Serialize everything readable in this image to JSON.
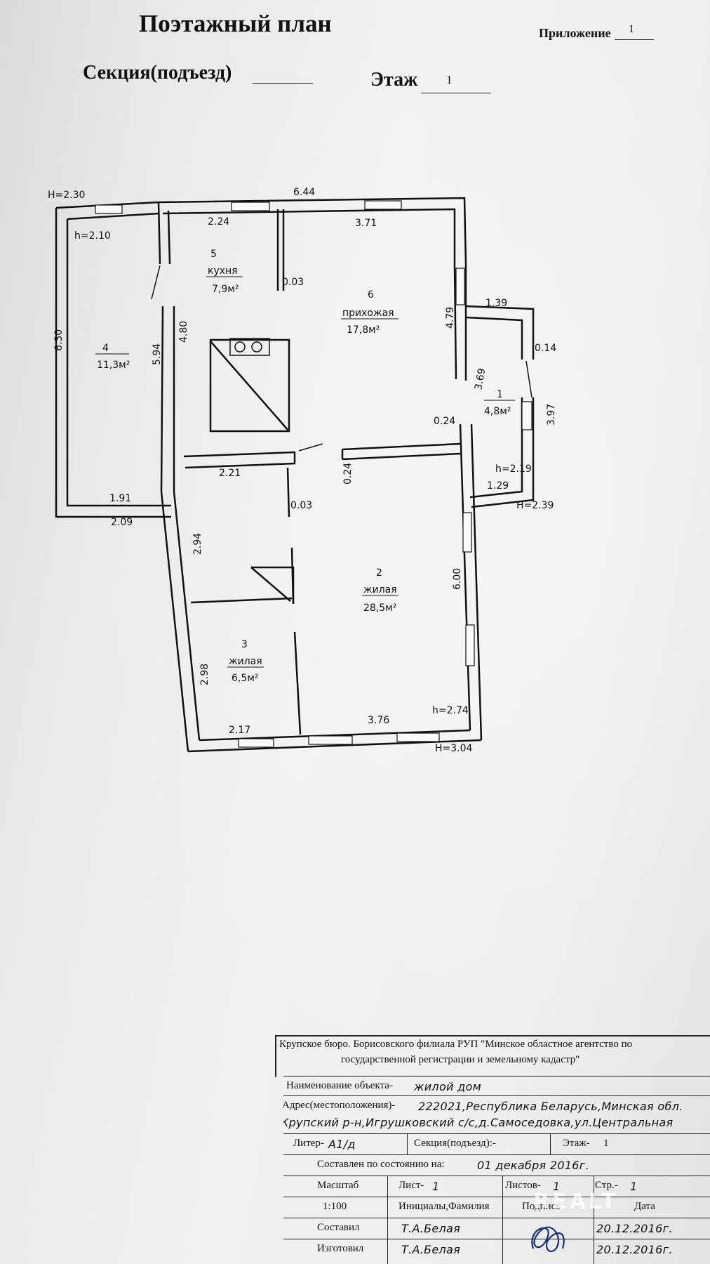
{
  "header": {
    "title": "Поэтажный план",
    "appendix_label": "Приложение",
    "appendix_value": "1",
    "section_label": "Секция(подъезд)",
    "floor_label": "Этаж",
    "floor_value": "1"
  },
  "plan": {
    "rooms": [
      {
        "number": "1",
        "name": "",
        "area": "4,8м²"
      },
      {
        "number": "2",
        "name": "жилая",
        "area": "28,5м²"
      },
      {
        "number": "3",
        "name": "жилая",
        "area": "6,5м²"
      },
      {
        "number": "4",
        "name": "",
        "area": "11,3м²"
      },
      {
        "number": "5",
        "name": "кухня",
        "area": "7,9м²"
      },
      {
        "number": "6",
        "name": "прихожая",
        "area": "17,8м²"
      }
    ],
    "dimensions": {
      "H_230": "H=2.30",
      "d644": "6.44",
      "d224": "2.24",
      "d371": "3.71",
      "h210": "h=2.10",
      "d630": "6.30",
      "d594": "5.94",
      "d480": "4.80",
      "d003a": "0.03",
      "d479": "4.79",
      "d139": "1.39",
      "d014": "0.14",
      "d369": "3.69",
      "d397": "3.97",
      "d024a": "0.24",
      "d221": "2.21",
      "d024b": "0.24",
      "d191": "1.91",
      "d209": "2.09",
      "d003b": "0.03",
      "h219": "h=2.19",
      "d129": "1.29",
      "H_239": "H=2.39",
      "d294": "2.94",
      "d600": "6.00",
      "d298": "2.98",
      "h274": "h=2.74",
      "d217": "2.17",
      "d376": "3.76",
      "H_304": "H=3.04"
    }
  },
  "stamp": {
    "org_line1": "Крупское бюро. Борисовского филиала РУП \"Минское областное агентство по",
    "org_line2": "государственной регистрации и земельному кадастр\"",
    "object_label": "Наименование объекта-",
    "object_value": "жилой дом",
    "address_label": "Адрес(местоположения)-",
    "address_value1": "222021,Республика Беларусь,Минская обл.",
    "address_value2": "Крупский р-н,Игрушковский с/с,д.Самоседовка,ул.Центральная",
    "liter_label": "Литер-",
    "liter_value": "А1/д",
    "section_label": "Секция(подъезд):-",
    "floor_label": "Этаж-",
    "floor_value": "1",
    "state_label": "Составлен по состоянию на:",
    "state_value": "01 декабря  2016г.",
    "scale_label": "Масштаб",
    "scale_value": "1:100",
    "sheet_label": "Лист-",
    "sheet_value": "1",
    "sheets_label": "Листов-",
    "sheets_value": "1",
    "page_label": "Стр.-",
    "page_value": "1",
    "initials_label": "Инициалы,Фамилия",
    "signature_label": "Подпись",
    "date_label": "Дата",
    "compiled_label": "Составил",
    "compiled_name": "Т.А.Белая",
    "compiled_date": "20.12.2016г.",
    "made_label": "Изготовил",
    "made_name": "Т.А.Белая",
    "made_date": "20.12.2016г.",
    "watermark": "REALT"
  }
}
